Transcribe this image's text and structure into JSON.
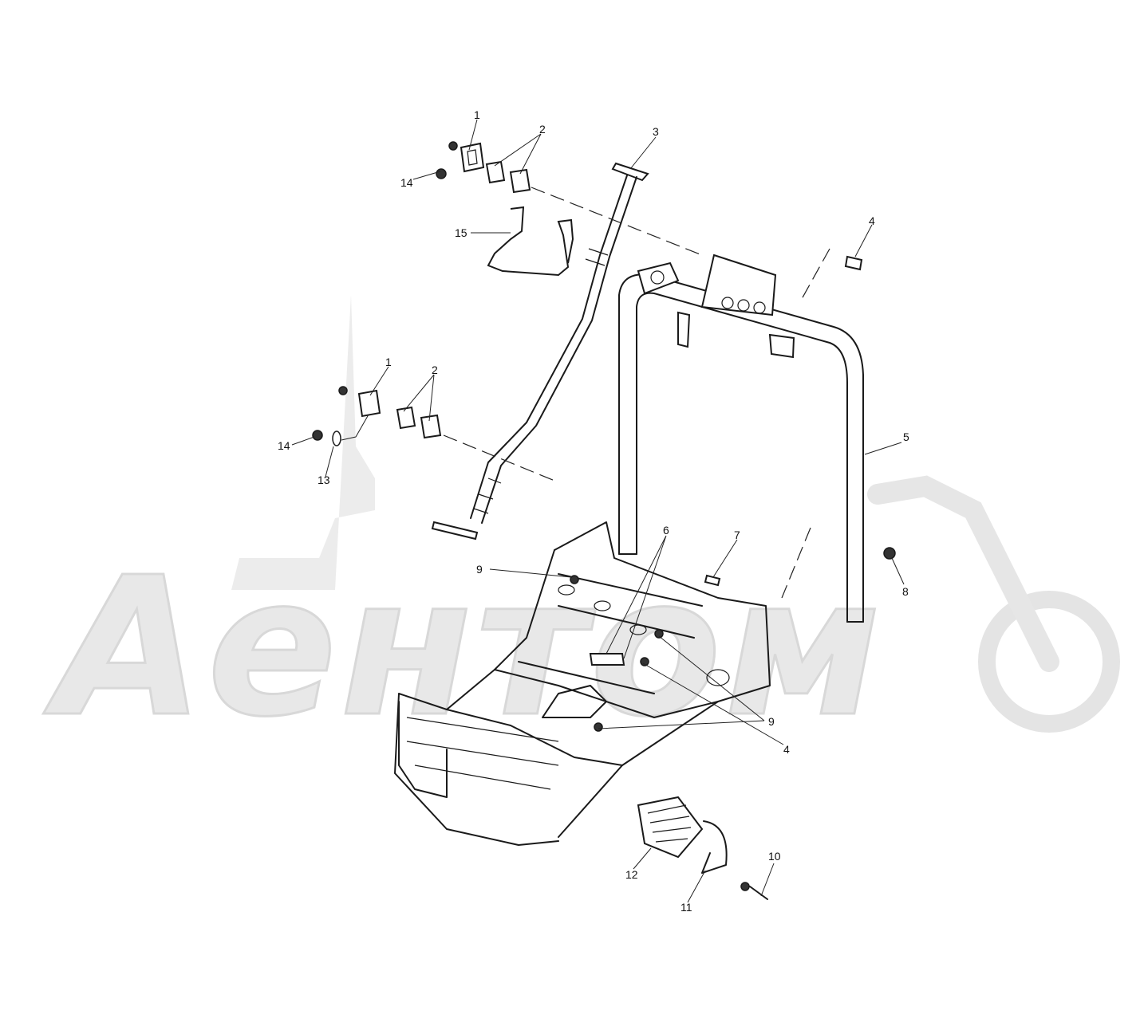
{
  "watermark": {
    "text": "Aeнтом"
  },
  "callouts": {
    "c1a": "1",
    "c2a": "2",
    "c3": "3",
    "c4a": "4",
    "c14a": "14",
    "c15": "15",
    "c1b": "1",
    "c2b": "2",
    "c5": "5",
    "c14b": "14",
    "c13": "13",
    "c6": "6",
    "c7": "7",
    "c9a": "9",
    "c8": "8",
    "c9b": "9",
    "c4b": "4",
    "c10": "10",
    "c12": "12",
    "c11": "11"
  }
}
